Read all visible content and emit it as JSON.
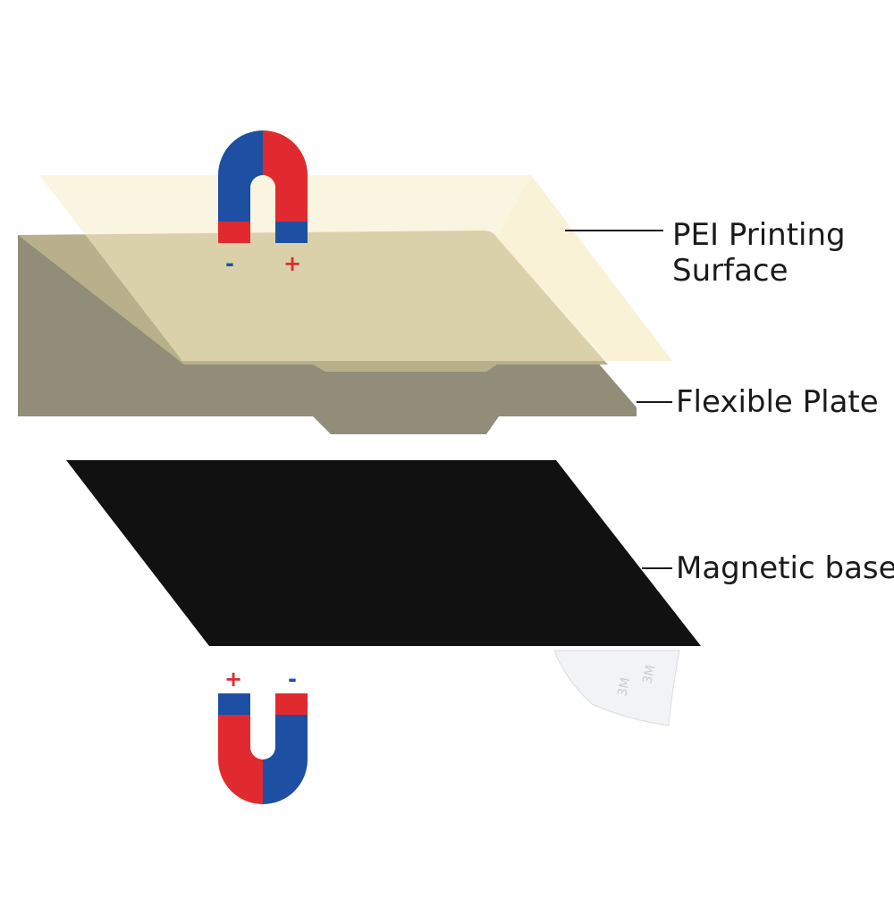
{
  "labels": {
    "pei_line1": "PEI Printing",
    "pei_line2": "Surface",
    "flexible_plate": "Flexible Plate",
    "magnetic_base": "Magnetic base"
  },
  "magnets": {
    "top": {
      "left_sign": "-",
      "right_sign": "+"
    },
    "bottom": {
      "left_sign": "+",
      "right_sign": "-"
    }
  },
  "colors": {
    "pei_sheet": "#f9f2d6",
    "flex_plate_top": "#b8b08b",
    "flex_plate_bottom": "#918d78",
    "magnetic_base": "#111111",
    "magnet_red": "#e12a2f",
    "magnet_blue": "#1d4fa3",
    "plus_sign": "#e12a2f",
    "minus_sign": "#1d4fa3"
  },
  "backing_tape_text": "3M"
}
